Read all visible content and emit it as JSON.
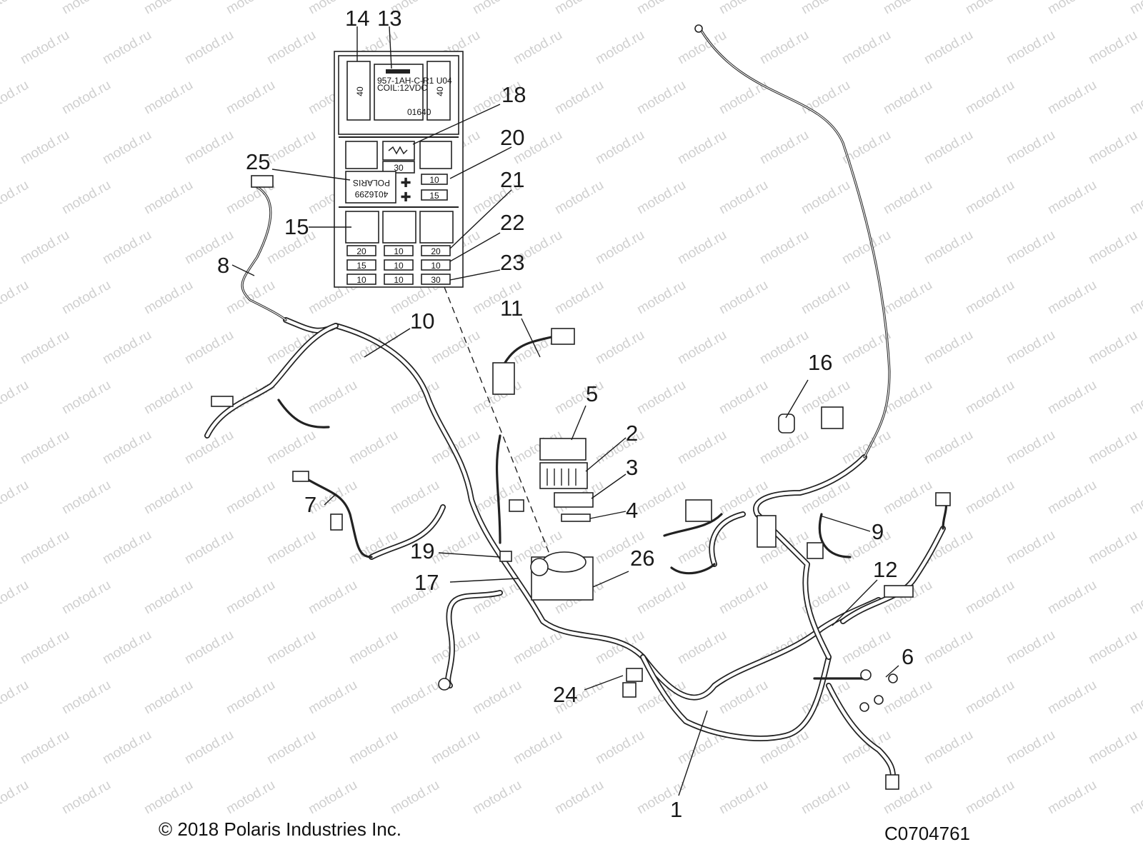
{
  "watermark": "motod.ru",
  "callouts": [
    {
      "id": "c1",
      "label": "1"
    },
    {
      "id": "c2",
      "label": "2"
    },
    {
      "id": "c3",
      "label": "3"
    },
    {
      "id": "c4",
      "label": "4"
    },
    {
      "id": "c5",
      "label": "5"
    },
    {
      "id": "c6",
      "label": "6"
    },
    {
      "id": "c7",
      "label": "7"
    },
    {
      "id": "c8",
      "label": "8"
    },
    {
      "id": "c9",
      "label": "9"
    },
    {
      "id": "c10",
      "label": "10"
    },
    {
      "id": "c11",
      "label": "11"
    },
    {
      "id": "c12",
      "label": "12"
    },
    {
      "id": "c13",
      "label": "13"
    },
    {
      "id": "c14",
      "label": "14"
    },
    {
      "id": "c15",
      "label": "15"
    },
    {
      "id": "c16",
      "label": "16"
    },
    {
      "id": "c17",
      "label": "17"
    },
    {
      "id": "c18",
      "label": "18"
    },
    {
      "id": "c19",
      "label": "19"
    },
    {
      "id": "c20",
      "label": "20"
    },
    {
      "id": "c21",
      "label": "21"
    },
    {
      "id": "c22",
      "label": "22"
    },
    {
      "id": "c23",
      "label": "23"
    },
    {
      "id": "c24",
      "label": "24"
    },
    {
      "id": "c25",
      "label": "25"
    },
    {
      "id": "c26",
      "label": "26"
    }
  ],
  "fuse_box": {
    "left_maxi_fuse": "40",
    "right_maxi_fuse": "40",
    "relay_label_lines": [
      "957-1AH-C-R1 U04",
      "COIL:12VDC"
    ],
    "relay_code": "01640",
    "top_fuse": "30",
    "side_fuses": [
      "10",
      "15"
    ],
    "brand": "POLARIS",
    "part_number": "4016299",
    "fuse_grid": [
      [
        "20",
        "10",
        "20"
      ],
      [
        "15",
        "10",
        "10"
      ],
      [
        "10",
        "10",
        "30"
      ]
    ]
  },
  "footer": {
    "copyright": "© 2018 Polaris Industries Inc.",
    "drawing_code": "C0704761"
  }
}
